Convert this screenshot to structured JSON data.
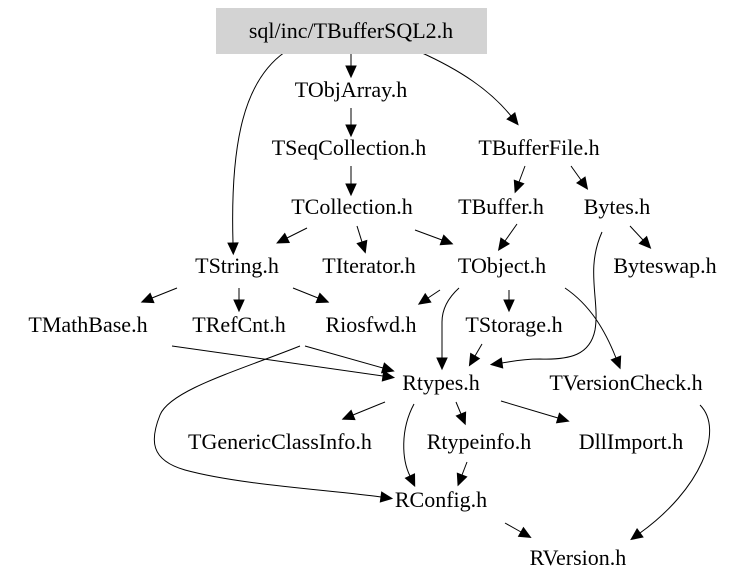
{
  "diagram": {
    "title": "sql/inc/TBufferSQL2.h include dependency graph",
    "root_fill": "#d3d3d3",
    "nodes": [
      {
        "id": "root",
        "label": "sql/inc/TBufferSQL2.h",
        "highlighted": true
      },
      {
        "id": "TObjArray",
        "label": "TObjArray.h"
      },
      {
        "id": "TSeqCollection",
        "label": "TSeqCollection.h"
      },
      {
        "id": "TBufferFile",
        "label": "TBufferFile.h"
      },
      {
        "id": "TCollection",
        "label": "TCollection.h"
      },
      {
        "id": "TBuffer",
        "label": "TBuffer.h"
      },
      {
        "id": "Bytes",
        "label": "Bytes.h"
      },
      {
        "id": "TString",
        "label": "TString.h"
      },
      {
        "id": "TIterator",
        "label": "TIterator.h"
      },
      {
        "id": "TObject",
        "label": "TObject.h"
      },
      {
        "id": "Byteswap",
        "label": "Byteswap.h"
      },
      {
        "id": "TMathBase",
        "label": "TMathBase.h"
      },
      {
        "id": "TRefCnt",
        "label": "TRefCnt.h"
      },
      {
        "id": "Riosfwd",
        "label": "Riosfwd.h"
      },
      {
        "id": "TStorage",
        "label": "TStorage.h"
      },
      {
        "id": "Rtypes",
        "label": "Rtypes.h"
      },
      {
        "id": "TVersionCheck",
        "label": "TVersionCheck.h"
      },
      {
        "id": "TGenericClassInfo",
        "label": "TGenericClassInfo.h"
      },
      {
        "id": "Rtypeinfo",
        "label": "Rtypeinfo.h"
      },
      {
        "id": "DllImport",
        "label": "DllImport.h"
      },
      {
        "id": "RConfig",
        "label": "RConfig.h"
      },
      {
        "id": "RVersion",
        "label": "RVersion.h"
      }
    ],
    "edges": [
      {
        "from": "root",
        "to": "TObjArray"
      },
      {
        "from": "root",
        "to": "TString"
      },
      {
        "from": "root",
        "to": "TBufferFile"
      },
      {
        "from": "TObjArray",
        "to": "TSeqCollection"
      },
      {
        "from": "TSeqCollection",
        "to": "TCollection"
      },
      {
        "from": "TBufferFile",
        "to": "TBuffer"
      },
      {
        "from": "TBufferFile",
        "to": "Bytes"
      },
      {
        "from": "TCollection",
        "to": "TString"
      },
      {
        "from": "TCollection",
        "to": "TIterator"
      },
      {
        "from": "TCollection",
        "to": "TObject"
      },
      {
        "from": "TBuffer",
        "to": "TObject"
      },
      {
        "from": "Bytes",
        "to": "Byteswap"
      },
      {
        "from": "Bytes",
        "to": "Rtypes"
      },
      {
        "from": "TString",
        "to": "TMathBase"
      },
      {
        "from": "TString",
        "to": "TRefCnt"
      },
      {
        "from": "TString",
        "to": "Riosfwd"
      },
      {
        "from": "TObject",
        "to": "Riosfwd"
      },
      {
        "from": "TObject",
        "to": "TStorage"
      },
      {
        "from": "TObject",
        "to": "Rtypes"
      },
      {
        "from": "TObject",
        "to": "TVersionCheck"
      },
      {
        "from": "TMathBase",
        "to": "Rtypes"
      },
      {
        "from": "Riosfwd",
        "to": "Rtypes"
      },
      {
        "from": "Riosfwd",
        "to": "RConfig"
      },
      {
        "from": "TStorage",
        "to": "Rtypes"
      },
      {
        "from": "Rtypes",
        "to": "TGenericClassInfo"
      },
      {
        "from": "Rtypes",
        "to": "Rtypeinfo"
      },
      {
        "from": "Rtypes",
        "to": "DllImport"
      },
      {
        "from": "Rtypes",
        "to": "RConfig"
      },
      {
        "from": "Rtypeinfo",
        "to": "RConfig"
      },
      {
        "from": "RConfig",
        "to": "RVersion"
      },
      {
        "from": "TVersionCheck",
        "to": "RVersion"
      }
    ]
  }
}
